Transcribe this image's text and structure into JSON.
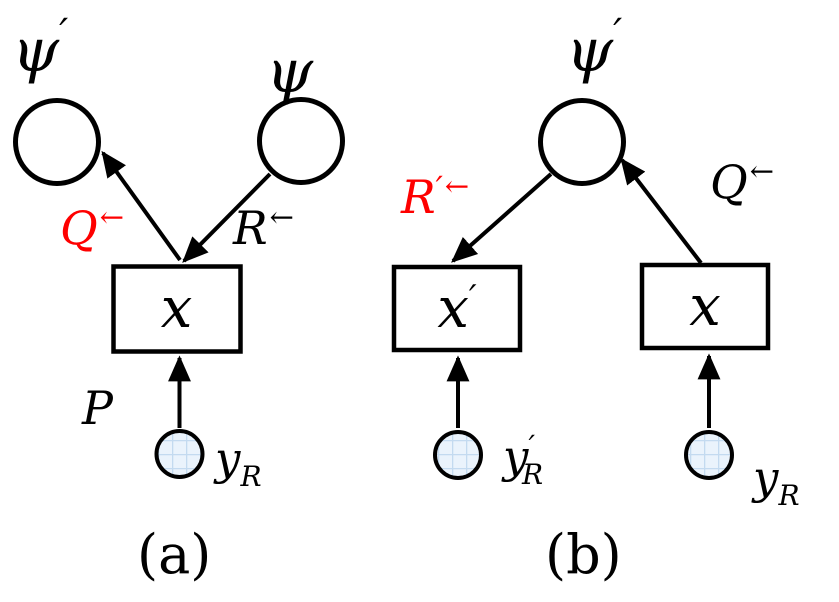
{
  "figure": {
    "background": "#ffffff",
    "colors": {
      "ink": "#000000",
      "red": "#fe0000",
      "node_fill": "#ffffff",
      "observed_fill": "#eaf3fc",
      "observed_grid": "#c3daf0"
    },
    "panel_a": {
      "caption": "(a)",
      "latent_psi_prime": {
        "base": "ψ",
        "prime": "′"
      },
      "latent_psi": {
        "base": "ψ"
      },
      "box_x": {
        "base": "x"
      },
      "edge_q": {
        "base": "Q",
        "sup": "←"
      },
      "edge_r": {
        "base": "R",
        "sup": "←"
      },
      "edge_p": {
        "base": "P"
      },
      "observed_y": {
        "base": "y",
        "sub": "R"
      }
    },
    "panel_b": {
      "caption": "(b)",
      "latent_psi_prime": {
        "base": "ψ",
        "prime": "′"
      },
      "box_x_prime": {
        "base": "x",
        "prime": "′"
      },
      "box_x": {
        "base": "x"
      },
      "edge_r_prime": {
        "base": "R",
        "prime": "′",
        "sup": "←"
      },
      "edge_q": {
        "base": "Q",
        "sup": "←"
      },
      "observed_y_prime": {
        "base": "y",
        "prime": "′",
        "sub": "R"
      },
      "observed_y": {
        "base": "y",
        "sub": "R"
      }
    }
  }
}
